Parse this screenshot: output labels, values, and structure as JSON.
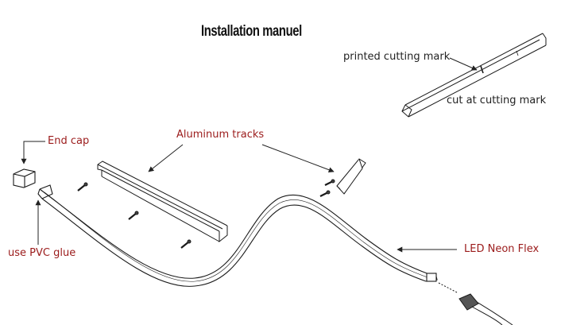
{
  "title": "Installation manuel",
  "labels": {
    "printed_cutting_mark": "printed cutting mark",
    "cut_at_cutting_mark": "cut at cutting mark",
    "end_cap": "End cap",
    "aluminum_tracks": "Aluminum tracks",
    "use_pvc_glue": "use PVC glue",
    "led_neon_flex": "LED Neon Flex"
  },
  "colors": {
    "label_red": "#9b1b1b",
    "label_dark": "#222222",
    "line": "#1a1a1a"
  }
}
